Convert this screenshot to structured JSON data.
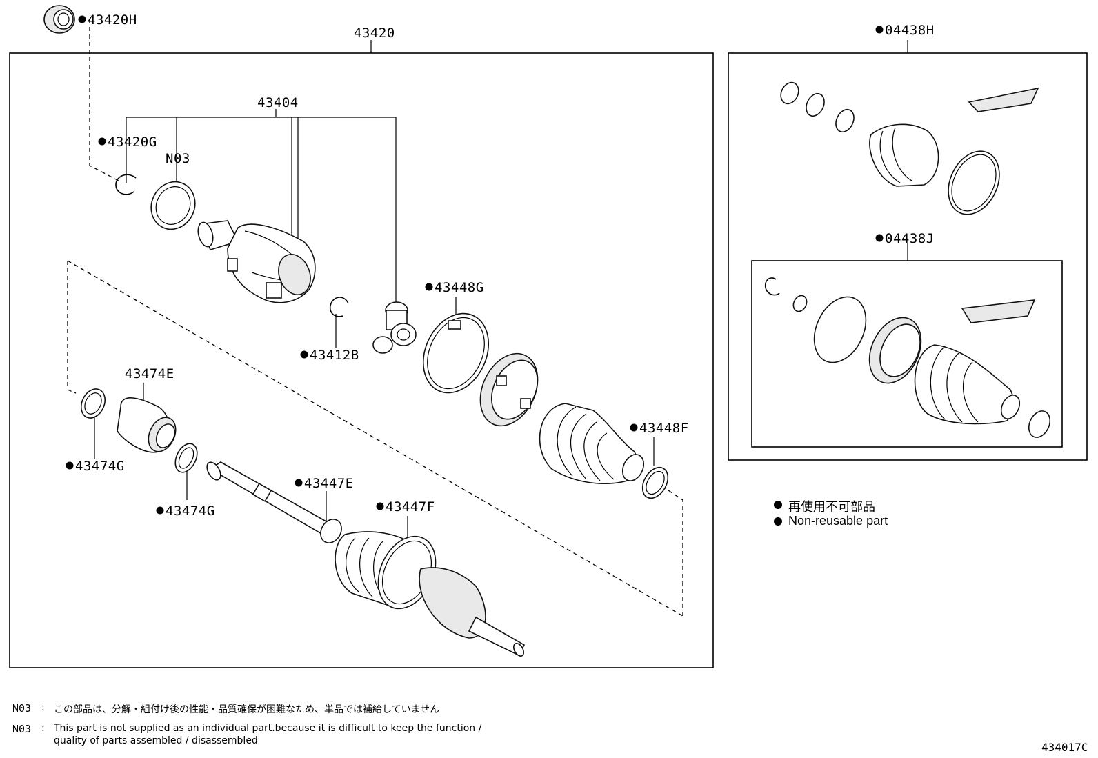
{
  "labels": {
    "p43420H": "43420H",
    "p43420": "43420",
    "p43404": "43404",
    "p43420G": "43420G",
    "pN03": "N03",
    "p43412B": "43412B",
    "p43448G": "43448G",
    "p43474E": "43474E",
    "p43474G_a": "43474G",
    "p43474G_b": "43474G",
    "p43447E": "43447E",
    "p43447F": "43447F",
    "p43448F": "43448F",
    "p04438H": "04438H",
    "p04438J": "04438J"
  },
  "legend": {
    "jp": "再使用不可部品",
    "en": "Non-reusable part"
  },
  "notes": {
    "code1": "N03",
    "text1": "この部品は、分解・組付け後の性能・品質確保が困難なため、単品では補給していません",
    "code2": "N03",
    "text2_line1": "This part is not supplied as an individual part.because it is difficult to keep the function /",
    "text2_line2": "quality of parts assembled / disassembled"
  },
  "figure_id": "434017C"
}
